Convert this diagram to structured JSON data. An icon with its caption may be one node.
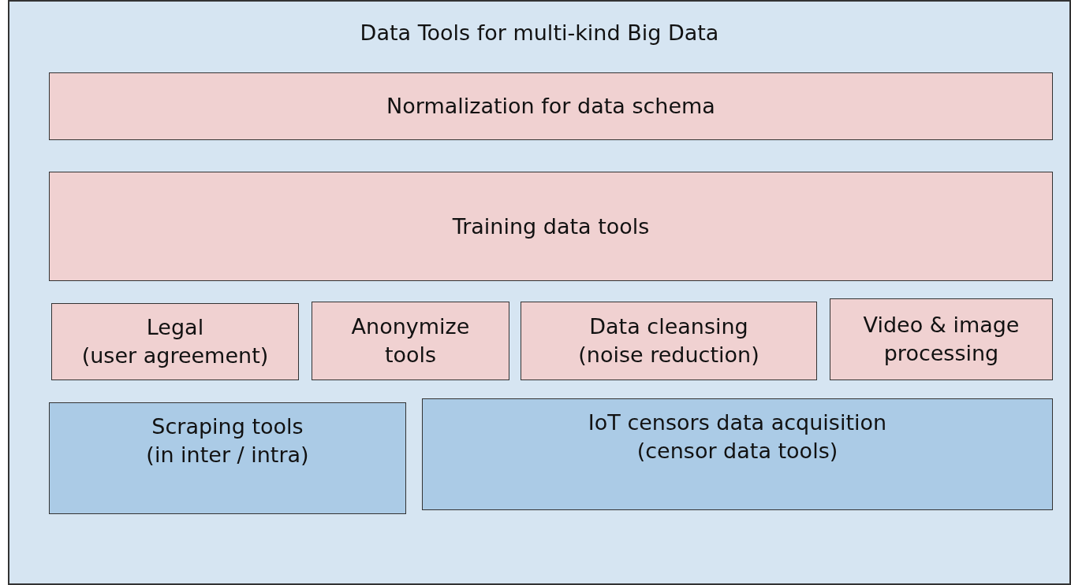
{
  "diagram": {
    "nodes": [
      {
        "text": [
          "Data Tools for multi-kind Big Data"
        ]
      },
      {
        "text": [
          "Normalization for data schema"
        ],
        "in": 0
      },
      {
        "text": [
          "Training data tools"
        ],
        "in": 0
      },
      {
        "text": [
          "Legal (user agreement)"
        ],
        "in": 0
      },
      {
        "text": [
          "Anonymize tools"
        ],
        "in": 0
      },
      {
        "text": [
          "Data cleansing (noise reduction)"
        ],
        "in": 0
      },
      {
        "text": [
          "Video & image processing"
        ],
        "in": 0
      },
      {
        "text": [
          "Scraping tools (in inter / intra)"
        ],
        "in": 0
      },
      {
        "text": [
          "IoT censors data acquisition (censor data tools)"
        ],
        "in": 0
      }
    ]
  }
}
